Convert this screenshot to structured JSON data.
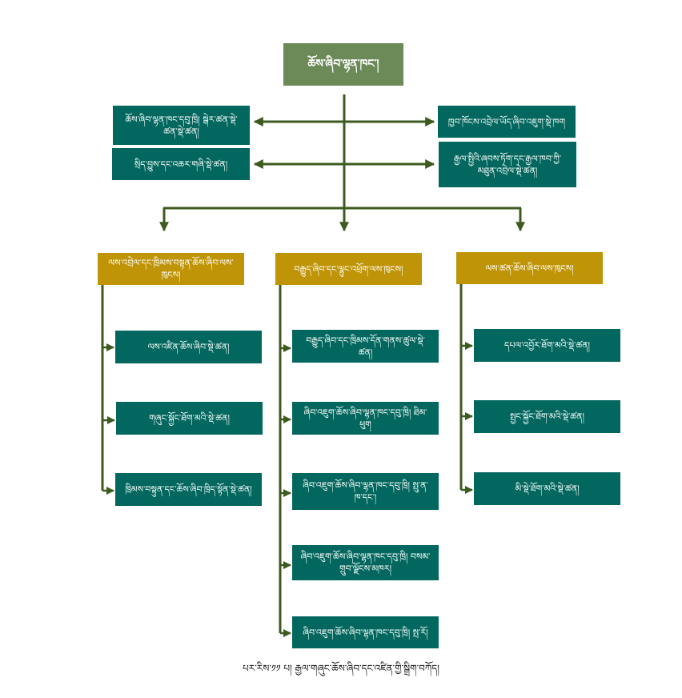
{
  "chart_title": "ཆོས་ཞིབ་ལྷན་ཁང་།",
  "side_left": [
    "ཆོས་ཞིབ་ལྷན་ཁང་དབུ་ཁྲི། སྒེར་ཚན་སྡེ་ཚན་སྡེ་ཚན།",
    "སྲིད་བྱུས་དང་འཆར་གཞི་སྡེ་ཚན།"
  ],
  "side_right": [
    "ཁྱབ་ཁོངས་འབྲེལ་ཡོད་ཞིབ་འཇུག་སྡེ་ཁག",
    "རྒྱལ་སྤྱིའི་ཞབས་ཏོག་དང་རྒྱལ་ཁབ་ཀྱི་མཐུན་འབྲེལ་སྡེ་ཚན།"
  ],
  "columns": [
    {
      "head": "ལས་འབྲེལ་དང་ཁྲིམས་བསྟན་ཆོས་ཞིབ་ལས་ཁུངས།",
      "items": [
        "ལས་འཛིན་ཆོས་ཞིབ་སྡེ་ཚན།",
        "གཞུང་སྐྱོང་ཐོག་མའི་སྡེ་ཚན།",
        "ཁྲིམས་བསྟུན་དང་ཆོས་ཞིབ་ཁྲིད་སྟོན་སྡེ་ཚན།"
      ]
    },
    {
      "head": "བརྒྱུད་ཞིབ་དང་ལྷུང་འཕྲོག་ལས་ཁུངས།",
      "items": [
        "བརྒྱུད་ཞིབ་དང་ཁྲིམས་དོན་གནས་ཚུལ་སྡེ་ཚན།",
        "ཞིབ་འཇུག་ཆོས་ཞིབ་ལྷན་ཁང་དབུ་ཁྲི། ཐིམ་ཕུག",
        "ཞིབ་འཇུག་ཆོས་ཞིབ་ལྷན་ཁང་དབུ་ཁྲི། སྤུ་ན་ཁ་དང་།",
        "ཞིབ་འཇུག་ཆོས་ཞིབ་ལྷན་ཁང་དབུ་ཁྲི། བསམ་གྲུབ་ལྗོངས་མཁར།",
        "ཞིབ་འཇུག་ཆོས་ཞིབ་ལྷན་ཁང་དབུ་ཁྲི། སྤ་རོ།"
      ]
    },
    {
      "head": "ལས་ཚན་ཆོས་ཞིབ་ལས་ཁུངས།",
      "items": [
        "དཔལ་འབྱོར་ཐོག་མའི་སྡེ་ཚན།",
        "སྤྱང་སྐྱོང་ཐོག་མའི་སྡེ་ཚན།",
        "མི་སྡེ་ཐོག་མའི་སྡེ་ཚན།"
      ]
    }
  ],
  "caption": "པར་རིས་༡༡ པ། རྒྱལ་གཞུང་ཆོས་ཞིབ་དང་འཛིན་གྱི་སྒྲིག་བཀོད།",
  "colors": {
    "top": "#6b8a57",
    "teal": "#02675e",
    "gold": "#bf9406",
    "line": "#3d5a1f"
  }
}
